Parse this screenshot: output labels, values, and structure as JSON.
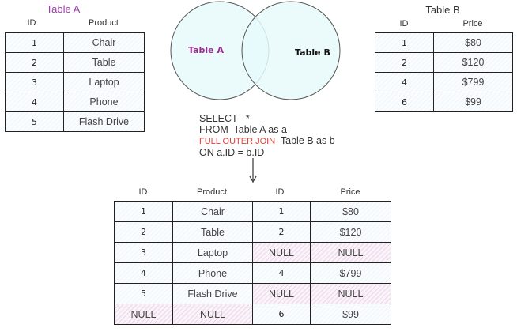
{
  "table_a": {
    "title": "Table A",
    "title_color": "#9b3fa6",
    "headers": [
      "ID",
      "Product"
    ],
    "rows": [
      [
        "1",
        "Chair"
      ],
      [
        "2",
        "Table"
      ],
      [
        "3",
        "Laptop"
      ],
      [
        "4",
        "Phone"
      ],
      [
        "5",
        "Flash Drive"
      ]
    ]
  },
  "table_b": {
    "title": "Table B",
    "headers": [
      "ID",
      "Price"
    ],
    "rows": [
      [
        "1",
        "$80"
      ],
      [
        "2",
        "$120"
      ],
      [
        "4",
        "$799"
      ],
      [
        "6",
        "$99"
      ]
    ]
  },
  "venn": {
    "left_label": "Table A",
    "right_label": "Table B",
    "left_label_color": "#9b2c91",
    "fill_color": "#e8fafc"
  },
  "sql": {
    "line1": "SELECT   *",
    "line2": "FROM  Table A as a",
    "line3_keyword": "FULL OUTER JOIN",
    "line3_rest": "  Table B as b",
    "line4": "ON a.ID = b.ID",
    "keyword_color": "#e0403a"
  },
  "result": {
    "headers": [
      "ID",
      "Product",
      "ID",
      "Price"
    ],
    "rows": [
      [
        "1",
        "Chair",
        "1",
        "$80"
      ],
      [
        "2",
        "Table",
        "2",
        "$120"
      ],
      [
        "3",
        "Laptop",
        "NULL",
        "NULL"
      ],
      [
        "4",
        "Phone",
        "4",
        "$799"
      ],
      [
        "5",
        "Flash Drive",
        "NULL",
        "NULL"
      ],
      [
        "NULL",
        "NULL",
        "6",
        "$99"
      ]
    ]
  }
}
